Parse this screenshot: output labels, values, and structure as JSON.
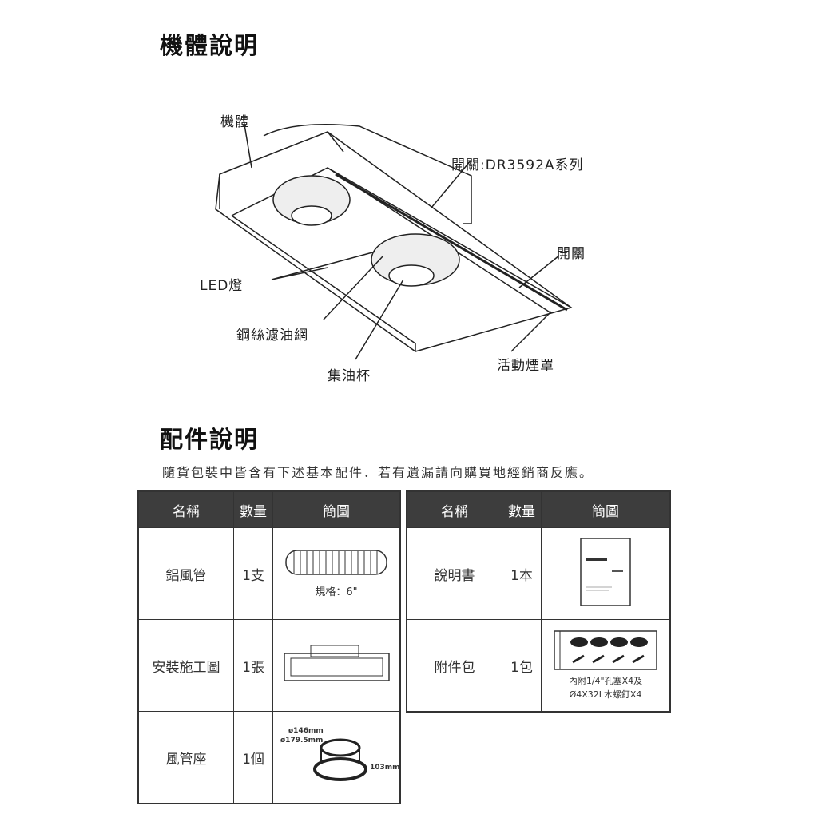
{
  "section1": {
    "title": "機體說明",
    "labels": {
      "body": "機體",
      "switch_series": "開關:DR3592A系列",
      "switch": "開關",
      "led": "LED燈",
      "filter": "鋼絲濾油網",
      "oil_cup": "集油杯",
      "hood": "活動煙罩"
    }
  },
  "section2": {
    "title": "配件說明",
    "note": "隨貨包裝中皆含有下述基本配件．若有遺漏請向購買地經銷商反應。",
    "headers": [
      "名稱",
      "數量",
      "簡圖"
    ],
    "left_table": [
      {
        "name": "鋁風管",
        "qty": "1支",
        "caption": "規格：6\""
      },
      {
        "name": "安裝施工圖",
        "qty": "1張",
        "caption": ""
      },
      {
        "name": "風管座",
        "qty": "1個",
        "dim1": "ø146mm",
        "dim2": "ø179.5mm",
        "dim3": "103mm"
      }
    ],
    "right_table": [
      {
        "name": "說明書",
        "qty": "1本"
      },
      {
        "name": "附件包",
        "qty": "1包",
        "caption_line1": "內附1/4\"孔塞X4及",
        "caption_line2": "Ø4X32L木螺釘X4"
      }
    ]
  }
}
